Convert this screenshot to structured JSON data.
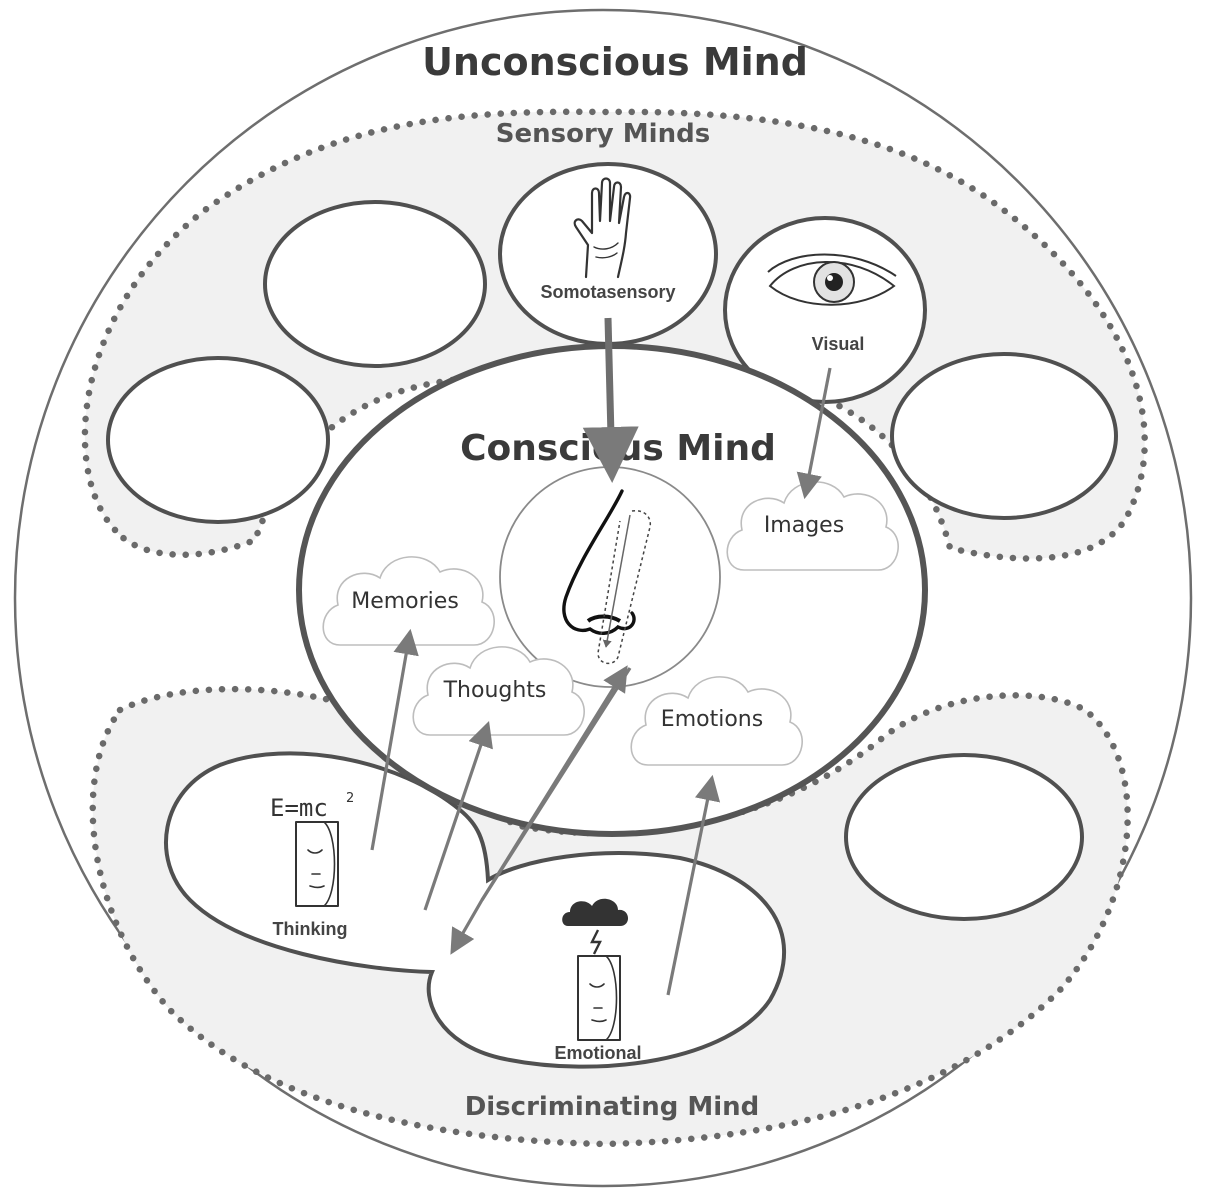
{
  "diagram": {
    "outer_title": "Unconscious Mind",
    "sensory_group_title": "Sensory Minds",
    "conscious_title": "Conscious Mind",
    "discriminating_group_title": "Discriminating Mind",
    "sensory_nodes": {
      "somatosensory": "Somotasensory",
      "visual": "Visual"
    },
    "discriminating_nodes": {
      "thinking": "Thinking",
      "emotional": "Emotional"
    },
    "thinking_formula": "E=mc",
    "thinking_formula_exponent": "2",
    "clouds": {
      "memories": "Memories",
      "thoughts": "Thoughts",
      "images": "Images",
      "emotions": "Emotions"
    }
  }
}
